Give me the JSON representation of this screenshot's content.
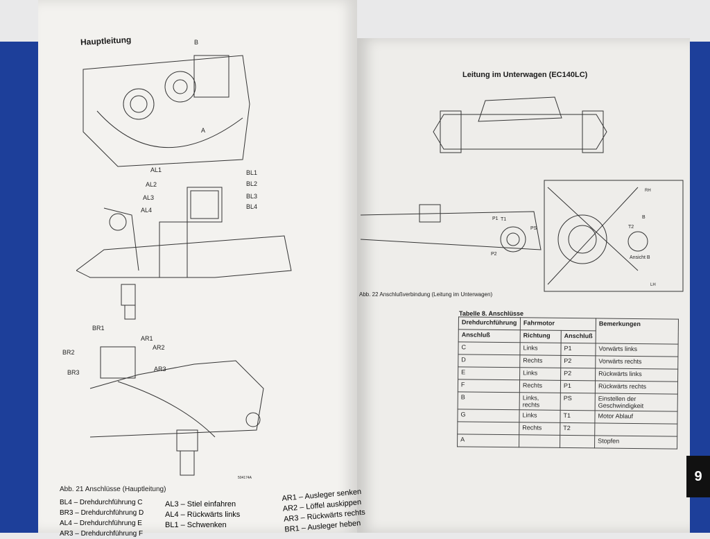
{
  "left_page": {
    "title": "Hauptleitung",
    "diagram_labels": {
      "b": "B",
      "a": "A",
      "al1": "AL1",
      "al2": "AL2",
      "al3": "AL3",
      "al4": "AL4",
      "bl1": "BL1",
      "bl2": "BL2",
      "bl3": "BL3",
      "bl4": "BL4",
      "br1": "BR1",
      "br2": "BR2",
      "br3": "BR3",
      "ar1": "AR1",
      "ar2": "AR2",
      "ar3": "AR3",
      "fig_code": "504174A"
    },
    "caption": "Abb. 21 Anschlüsse (Hauptleitung)",
    "legend": [
      [
        "BL4 – Drehdurchführung C",
        "BR3 – Drehdurchführung D",
        "AL4 – Drehdurchführung E",
        "AR3 – Drehdurchführung F"
      ],
      [
        "AL3 – Stiel einfahren",
        "AL4 – Rückwärts links",
        "BL1 – Schwenken"
      ],
      [
        "AR1 – Ausleger senken",
        "AR2 – Löffel auskippen",
        "AR3 – Rückwärts rechts",
        "BR1 – Ausleger heben"
      ]
    ]
  },
  "right_page": {
    "title": "Leitung im Unterwagen (EC140LC)",
    "diagram_labels": {
      "p1": "P1",
      "t1": "T1",
      "ps": "PS",
      "p2": "P2",
      "t2": "T2",
      "b": "B",
      "ansicht": "Ansicht B",
      "rh": "RH",
      "lh": "LH"
    },
    "caption": "Abb. 22 Anschlußverbindung (Leitung im Unterwagen)",
    "table_title": "Tabelle 8. Anschlüsse",
    "table": {
      "h1": "Drehdurchführung",
      "h2": "Fahrmotor",
      "h3": "Bemerkungen",
      "h4": "Anschluß",
      "h5": "Richtung",
      "h6": "Anschluß",
      "rows": [
        [
          "C",
          "Links",
          "P1",
          "Vorwärts links"
        ],
        [
          "D",
          "Rechts",
          "P2",
          "Vorwärts rechts"
        ],
        [
          "E",
          "Links",
          "P2",
          "Rückwärts links"
        ],
        [
          "F",
          "Rechts",
          "P1",
          "Rückwärts rechts"
        ],
        [
          "B",
          "Links, rechts",
          "PS",
          "Einstellen der Geschwindigkeit"
        ],
        [
          "G",
          "Links",
          "T1",
          "Motor Ablauf"
        ],
        [
          "",
          "Rechts",
          "T2",
          ""
        ],
        [
          "A",
          "",
          "",
          "Stopfen"
        ]
      ]
    },
    "page_tab": "9"
  }
}
